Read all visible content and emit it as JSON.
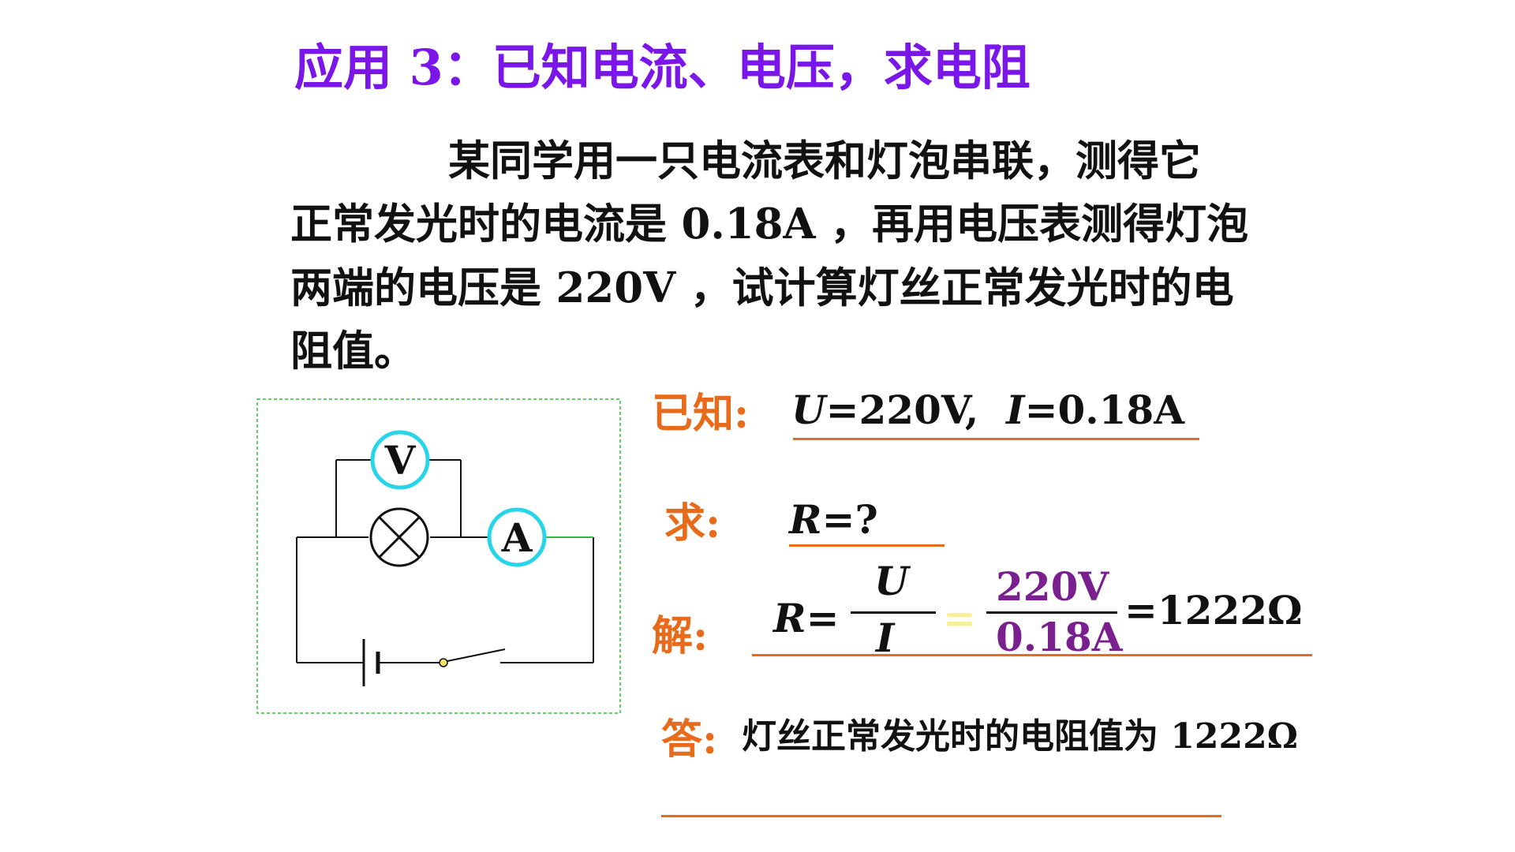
{
  "title": "应用 3：已知电流、电压，求电阻",
  "problem": {
    "line1": "某同学用一只电流表和灯泡串联，测得它",
    "line2": "正常发光时的电流是 0.18A ，再用电压表测得灯泡",
    "line3": "两端的电压是 220V ，试计算灯丝正常发光时的电",
    "line4": "阻值。"
  },
  "known": {
    "label": "已知:",
    "u_var": "U",
    "u_val": "=220V,",
    "i_var": "I",
    "i_val": "=0.18A"
  },
  "find": {
    "label": "求:",
    "r_var": "R",
    "r_val": "=?"
  },
  "solution": {
    "label": "解:",
    "r_var": "R",
    "eq": "=",
    "num_sym": "U",
    "den_sym": "I",
    "eq2": "=",
    "num_val": "220V",
    "den_val": "0.18A",
    "result": "=1222Ω"
  },
  "answer": {
    "label": "答:",
    "text": "灯丝正常发光时的电阻值为 1222Ω"
  },
  "circuit": {
    "voltmeter_label": "V",
    "ammeter_label": "A"
  },
  "colors": {
    "title": "#7a17e8",
    "label": "#e76b1a",
    "meter_ring": "#27d4e8",
    "frame": "#2fbf35",
    "value": "#7a1f8e"
  }
}
